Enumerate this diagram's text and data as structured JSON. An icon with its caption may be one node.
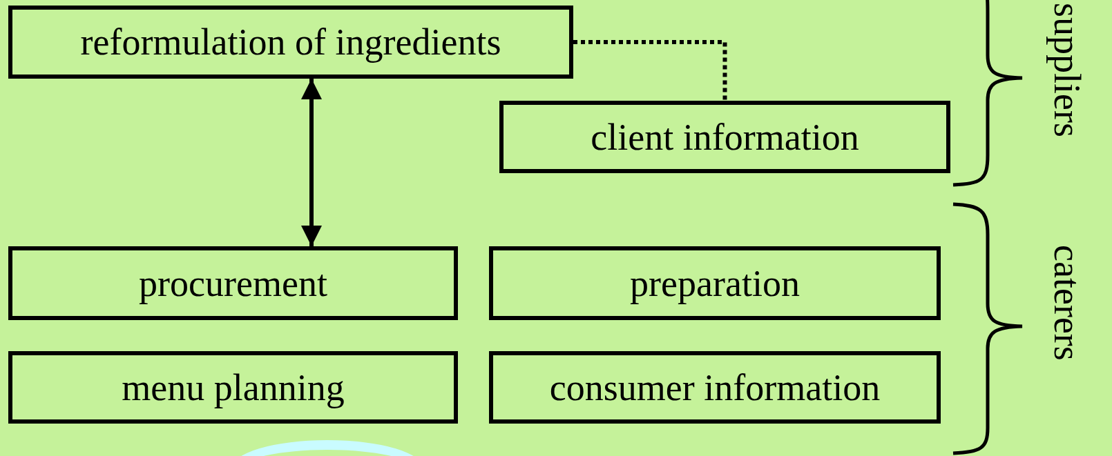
{
  "diagram": {
    "nodes": [
      {
        "text": [
          "reformulation of ingredients"
        ]
      },
      {
        "text": [
          "client information"
        ]
      },
      {
        "text": [
          "procurement"
        ]
      },
      {
        "text": [
          "preparation"
        ]
      },
      {
        "text": [
          "menu planning"
        ]
      },
      {
        "text": [
          "consumer information"
        ]
      },
      {
        "text": [],
        "shape": "ellipse"
      }
    ],
    "edges": [
      {
        "from": 0,
        "to": 1,
        "arrow": "none",
        "style": "dashed"
      },
      {
        "from": 0,
        "to": 2,
        "arrow": "both"
      }
    ],
    "labels": [
      "suppliers",
      "caterers"
    ]
  }
}
